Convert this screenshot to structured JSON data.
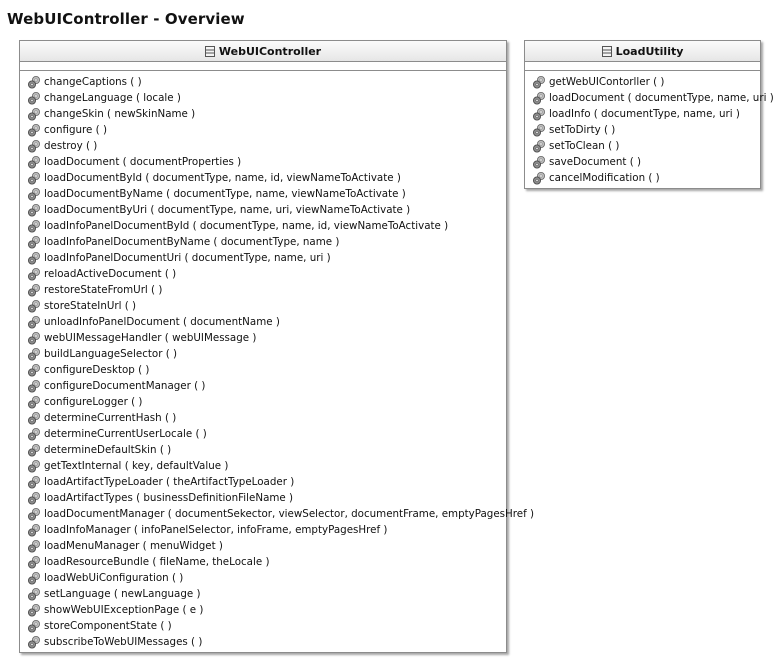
{
  "page": {
    "title": "WebUIController - Overview"
  },
  "classes": [
    {
      "name": "WebUIController",
      "methods": [
        "changeCaptions ( )",
        "changeLanguage ( locale )",
        "changeSkin ( newSkinName )",
        "configure ( )",
        "destroy ( )",
        "loadDocument ( documentProperties )",
        "loadDocumentById ( documentType, name, id, viewNameToActivate )",
        "loadDocumentByName ( documentType, name, viewNameToActivate )",
        "loadDocumentByUri ( documentType, name, uri, viewNameToActivate )",
        "loadInfoPanelDocumentById ( documentType, name, id, viewNameToActivate )",
        "loadInfoPanelDocumentByName ( documentType, name )",
        "loadInfoPanelDocumentUri ( documentType, name, uri )",
        "reloadActiveDocument ( )",
        "restoreStateFromUrl ( )",
        "storeStateInUrl ( )",
        "unloadInfoPanelDocument ( documentName )",
        "webUIMessageHandler ( webUIMessage )",
        "buildLanguageSelector ( )",
        "configureDesktop ( )",
        "configureDocumentManager ( )",
        "configureLogger ( )",
        "determineCurrentHash ( )",
        "determineCurrentUserLocale ( )",
        "determineDefaultSkin ( )",
        "getTextInternal ( key, defaultValue )",
        "loadArtifactTypeLoader ( theArtifactTypeLoader )",
        "loadArtifactTypes ( businessDefinitionFileName )",
        "loadDocumentManager ( documentSekector, viewSelector, documentFrame, emptyPagesHref )",
        "loadInfoManager ( infoPanelSelector, infoFrame, emptyPagesHref )",
        "loadMenuManager ( menuWidget )",
        "loadResourceBundle ( fileName, theLocale )",
        "loadWebUiConfiguration ( )",
        "setLanguage ( newLanguage )",
        "showWebUIExceptionPage ( e )",
        "storeComponentState ( )",
        "subscribeToWebUIMessages ( )"
      ]
    },
    {
      "name": "LoadUtility",
      "methods": [
        "getWebUIContorller ( )",
        "loadDocument ( documentType, name, uri )",
        "loadInfo ( documentType, name, uri )",
        "setToDirty ( )",
        "setToClean ( )",
        "saveDocument ( )",
        "cancelModification ( )"
      ]
    }
  ],
  "icons": {
    "class": "class-icon",
    "method": "method-gear-icon"
  }
}
